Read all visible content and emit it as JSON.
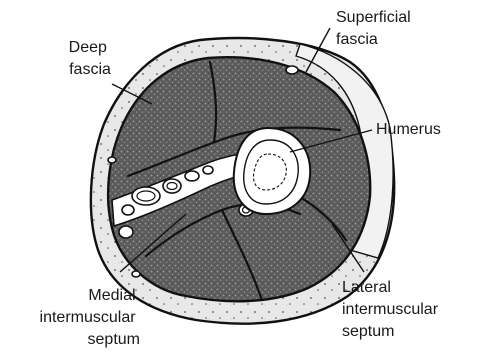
{
  "labels": {
    "deep_fascia": [
      "Deep",
      "fascia"
    ],
    "superficial_fascia": [
      "Superficial",
      "fascia"
    ],
    "humerus": [
      "Humerus"
    ],
    "medial_septum": [
      "Medial",
      "intermuscular",
      "septum"
    ],
    "lateral_septum": [
      "Lateral",
      "intermuscular",
      "septum"
    ]
  },
  "colors": {
    "skin_fill": "#e6e6e6",
    "muscle_fill": "#5a5a5a",
    "outline": "#111111",
    "bone_fill": "#ffffff"
  }
}
